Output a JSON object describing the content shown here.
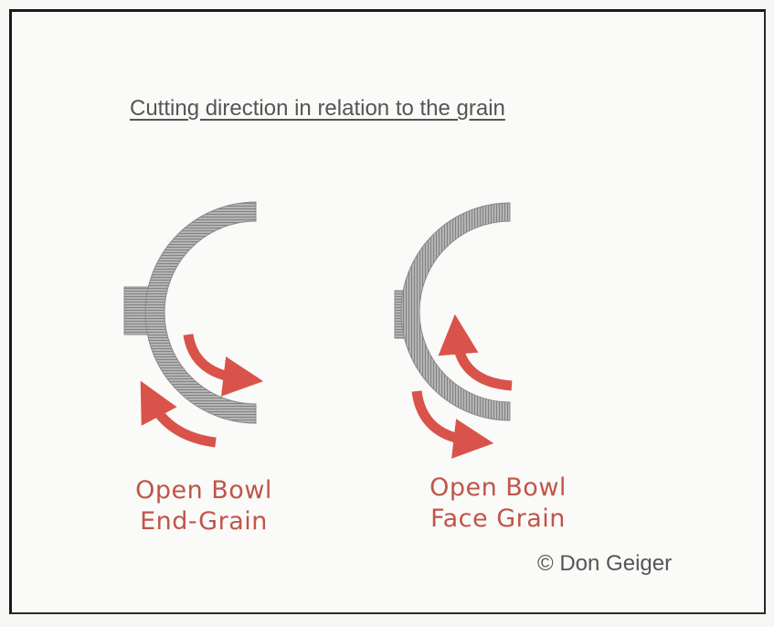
{
  "title": "Cutting direction in relation to the grain",
  "diagrams": [
    {
      "line1": "Open Bowl",
      "line2": "End-Grain",
      "grain": "end"
    },
    {
      "line1": "Open Bowl",
      "line2": "Face Grain",
      "grain": "face"
    }
  ],
  "copyright": "© Don Geiger",
  "colors": {
    "arrow": "#d9534a",
    "caption": "#c0554a",
    "bowl": "#a9a9a9",
    "text": "#555555"
  }
}
